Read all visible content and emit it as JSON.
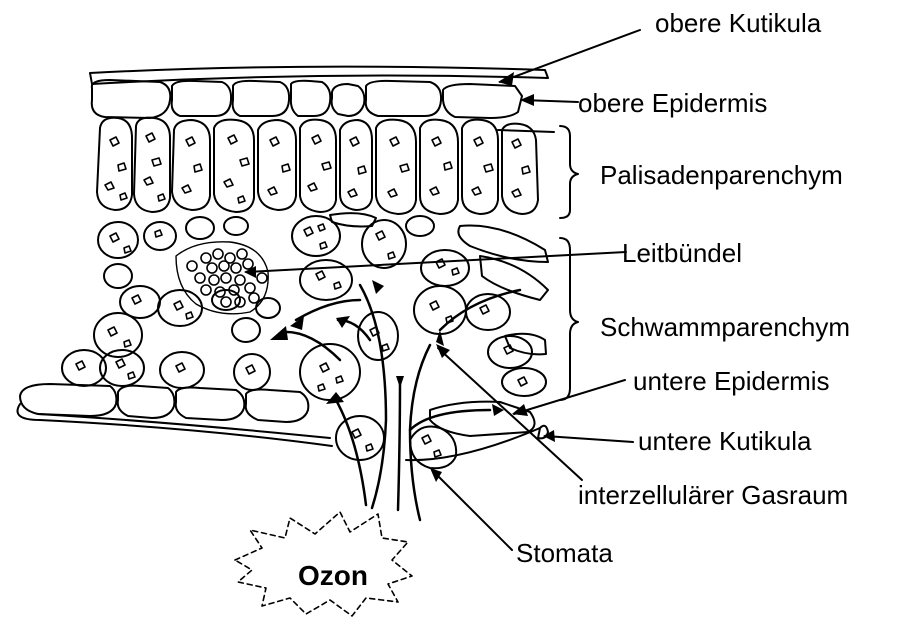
{
  "diagram": {
    "labels": {
      "upper_cuticle": "obere Kutikula",
      "upper_epidermis": "obere Epidermis",
      "palisade": "Palisadenparenchym",
      "vascular_bundle": "Leitbündel",
      "spongy": "Schwammparenchym",
      "lower_epidermis": "untere Epidermis",
      "lower_cuticle": "untere Kutikula",
      "air_space": "interzellulärer Gasraum",
      "stomata": "Stomata"
    },
    "ozone_label": "Ozon",
    "colors": {
      "ink": "#000000",
      "background": "#ffffff"
    }
  }
}
